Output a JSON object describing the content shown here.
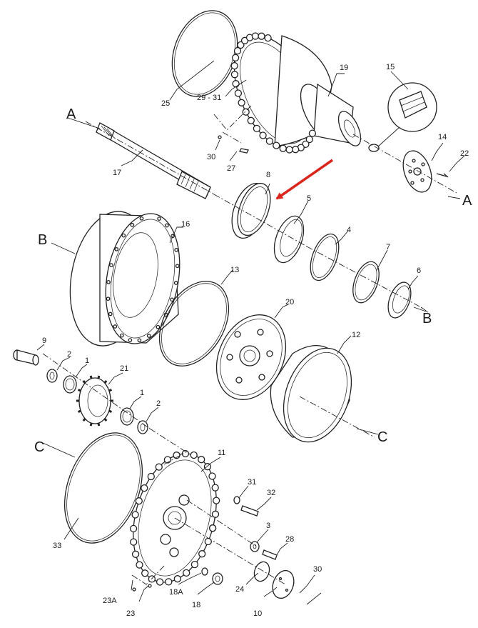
{
  "diagram": {
    "part_labels": {
      "p1a": "1",
      "p1b": "1",
      "p2a": "2",
      "p2b": "2",
      "p3": "3",
      "p4": "4",
      "p5": "5",
      "p6": "6",
      "p7": "7",
      "p8": "8",
      "p9": "9",
      "p10": "10",
      "p11": "11",
      "p12": "12",
      "p13": "13",
      "p14": "14",
      "p15": "15",
      "p16": "16",
      "p17": "17",
      "p18": "18",
      "p18a": "18A",
      "p19": "19",
      "p20": "20",
      "p21": "21",
      "p22": "22",
      "p23": "23",
      "p23a": "23A",
      "p24": "24",
      "p25": "25",
      "p27": "27",
      "p28": "28",
      "p29_31": "29 - 31",
      "p30a": "30",
      "p30b": "30",
      "p31": "31",
      "p32": "32",
      "p33": "33"
    },
    "reference_letters": {
      "a_left": "A",
      "a_right": "A",
      "b_left": "B",
      "b_right": "B",
      "c_left": "C",
      "c_right": "C"
    },
    "highlight_color": "#d9261c"
  }
}
